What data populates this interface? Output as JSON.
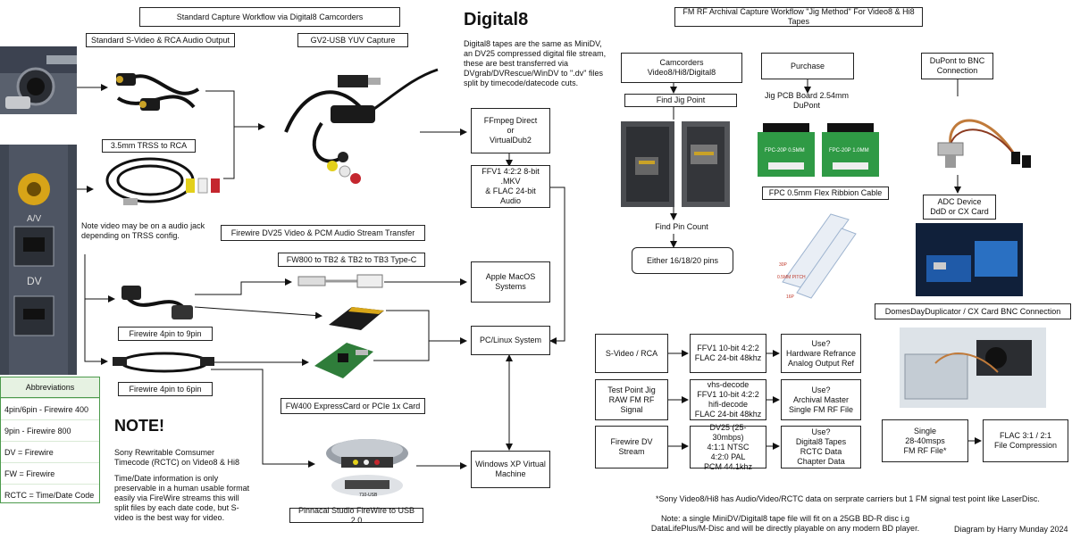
{
  "title": "Digital8",
  "title_desc": "Digital8 tapes are the same as MiniDV,\nan DV25 compressed digital file stream,\nthese are best transferred via\nDVgrab/DVRescue/WinDV to \".dv\" files\nsplit by timecode/datecode cuts.",
  "left": {
    "workflow_title": "Standard Capture Workflow via Digital8 Camcorders",
    "svideo_output": "Standard S-Video & RCA Audio Output",
    "gv2_capture": "GV2-USB YUV Capture",
    "trss_label": "3.5mm TRSS to RCA",
    "trss_note": "Note video may be on a audio jack\ndepending on TRSS config.",
    "firewire_stream": "Firewire DV25 Video & PCM Audio Stream Transfer",
    "fw800_adapter": "FW800 to TB2 & TB2 to TB3 Type-C",
    "fw_4_to_9": "Firewire 4pin to 9pin",
    "fw_4_to_6": "Firewire 4pin to 6pin",
    "fw400_card": "FW400 ExpressCard or PCIe 1x Card",
    "pinnacle": "Pinnacal Studio FireWire to USB 2.0",
    "pinnacle_model": "710-USB",
    "ffmpeg": "FFmpeg Direct\nor\nVirtualDub2",
    "ffv1": "FFV1 4:2:2 8-bit\n.MKV\n& FLAC 24-bit Audio",
    "macos": "Apple MacOS\nSystems",
    "pc_linux": "PC/Linux System",
    "winxp": "Windows XP Virtual\nMachine",
    "camera_labels": {
      "av": "A/V",
      "dv": "DV"
    }
  },
  "abbreviations": {
    "header": "Abbreviations",
    "items": [
      "4pin/6pin - Firewire 400",
      "9pin - Firewire 800",
      "DV = Firewire",
      "FW = Firewire",
      "RCTC = Time/Date Code"
    ]
  },
  "note": {
    "heading": "NOTE!",
    "line1": "Sony Rewritable Comsumer\nTimecode (RCTC) on Video8 & Hi8",
    "line2": "Time/Date information is only\npreservable in a human usable format\neasily via FireWire streams this will\nsplit files by each date code, but S-\nvideo is the best way for video."
  },
  "right": {
    "workflow_title": "FM RF Archival Capture Workflow \"Jig Method\" For Video8 & Hi8 Tapes",
    "camcorders": "Camcorders Video8/Hi8/Digital8",
    "purchase": "Purchase",
    "dupont_bnc": "DuPont to BNC\nConnection",
    "find_jig": "Find Jig Point",
    "jig_pcb": "Jig PCB Board 2.54mm DuPont",
    "fpc_cable": "FPC 0.5mm Flex Ribbion Cable",
    "fpc_labels": {
      "left": "30P",
      "pitch": "0.5MM PITCH",
      "right": "16P"
    },
    "pcb_labels": {
      "left": "FPC-20P 0.5MM",
      "right": "FPC-20P 1.0MM"
    },
    "find_pin": "Find Pin Count",
    "pins": "Either 16/18/20 pins",
    "adc_device": "ADC Device\nDdD or CX Card",
    "domesday": "DomesDayDuplicator / CX Card BNC Connection",
    "table_rows": [
      {
        "source": "S-Video / RCA",
        "format": "FFV1 10-bit 4:2:2\nFLAC 24-bit 48khz",
        "use": "Use?\nHardware Refrance\nAnalog Output Ref"
      },
      {
        "source": "Test Point Jig\nRAW FM RF Signal",
        "format": "vhs-decode\nFFV1 10-bit 4:2:2\nhifi-decode\nFLAC 24-bit 48khz",
        "use": "Use?\nArchival Master\nSingle FM RF File"
      },
      {
        "source": "Firewire DV Stream",
        "format": "DV25 (25-30mbps)\n4:1:1 NTSC\n4:2:0 PAL\nPCM 44.1khz",
        "use": "Use?\nDigital8 Tapes\nRCTC Data\nChapter Data"
      }
    ],
    "single_rf": "Single\n28-40msps\nFM RF File*",
    "flac": "FLAC 3:1 / 2:1\nFile Compression",
    "footnote1": "*Sony Video8/Hi8 has Audio/Video/RCTC data on serprate carriers but 1 FM signal test point like LaserDisc.",
    "footnote2": "Note: a single MiniDV/Digital8 tape file will fit on a 25GB BD-R disc i.g\nDataLifePlus/M-Disc and will be directly playable on any modern BD player.",
    "credit": "Diagram by Harry Munday 2024"
  }
}
